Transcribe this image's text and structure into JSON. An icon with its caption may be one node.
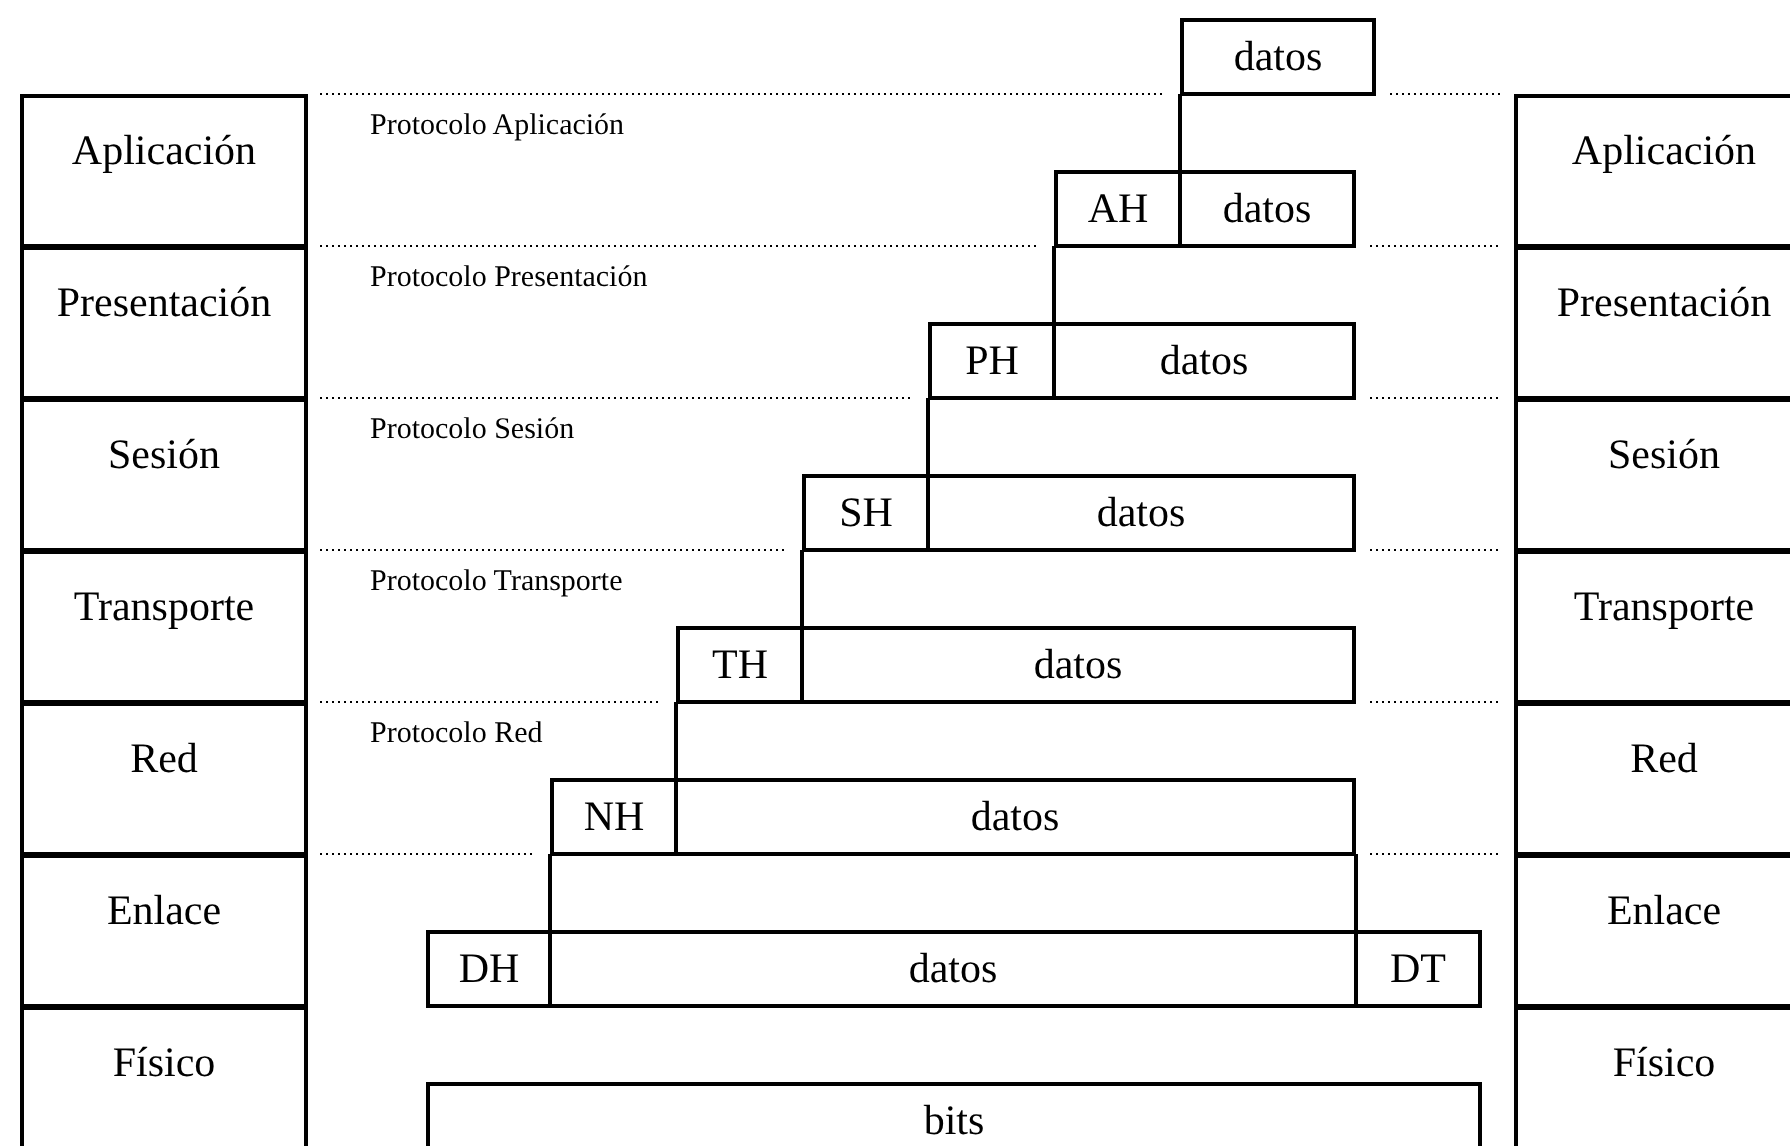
{
  "diagram": {
    "nodes": [
      {
        "text": [
          "Aplicación"
        ]
      },
      {
        "text": [
          "Presentación"
        ]
      },
      {
        "text": [
          "Sesión"
        ]
      },
      {
        "text": [
          "Transporte"
        ]
      },
      {
        "text": [
          "Red"
        ]
      },
      {
        "text": [
          "Enlace"
        ]
      },
      {
        "text": [
          "Físico"
        ]
      },
      {
        "text": [
          "Aplicación"
        ]
      },
      {
        "text": [
          "Presentación"
        ]
      },
      {
        "text": [
          "Sesión"
        ]
      },
      {
        "text": [
          "Transporte"
        ]
      },
      {
        "text": [
          "Red"
        ]
      },
      {
        "text": [
          "Enlace"
        ]
      },
      {
        "text": [
          "Físico"
        ]
      },
      {
        "text": [
          "datos"
        ]
      },
      {
        "text": [
          "AH"
        ]
      },
      {
        "text": [
          "datos"
        ]
      },
      {
        "text": [
          "PH"
        ]
      },
      {
        "text": [
          "datos"
        ]
      },
      {
        "text": [
          "SH"
        ]
      },
      {
        "text": [
          "datos"
        ]
      },
      {
        "text": [
          "TH"
        ]
      },
      {
        "text": [
          "datos"
        ]
      },
      {
        "text": [
          "NH"
        ]
      },
      {
        "text": [
          "datos"
        ]
      },
      {
        "text": [
          "DH"
        ]
      },
      {
        "text": [
          "datos"
        ]
      },
      {
        "text": [
          "DT"
        ]
      },
      {
        "text": [
          "bits"
        ]
      }
    ],
    "edges": [
      {
        "from": 14,
        "to": 16,
        "arrow": "none"
      },
      {
        "from": 15,
        "to": 18,
        "arrow": "none"
      },
      {
        "from": 17,
        "to": 20,
        "arrow": "none"
      },
      {
        "from": 19,
        "to": 22,
        "arrow": "none"
      },
      {
        "from": 21,
        "to": 24,
        "arrow": "none"
      },
      {
        "from": 23,
        "to": 26,
        "arrow": "none"
      },
      {
        "from": 24,
        "to": 26,
        "arrow": "none"
      }
    ],
    "labels": [
      "Protocolo Aplicación",
      "Protocolo Presentación",
      "Protocolo Sesión",
      "Protocolo Transporte",
      "Protocolo Red"
    ]
  }
}
